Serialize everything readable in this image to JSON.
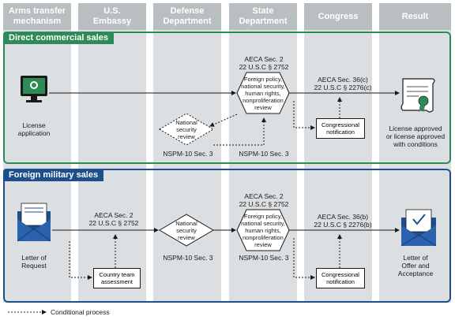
{
  "columns": [
    "Arms transfer\nmechanism",
    "U.S.\nEmbassy",
    "Defense\nDepartment",
    "State\nDepartment",
    "Congress",
    "Result"
  ],
  "colors": {
    "column_bg": "#dcdfe1",
    "column_head": "#b9bec1",
    "dcs_accent": "#2e8b57",
    "fms_accent": "#1f4e8c",
    "text": "#1a1a1a"
  },
  "dcs": {
    "title": "Direct commercial sales",
    "start_label": "License\napplication",
    "aeca_sec2": "AECA Sec. 2\n22 U.S.C § 2752",
    "state_review": "Foreign policy,\nnational security,\nhuman rights,\nnonproliferation\nreview",
    "aeca_36": "AECA Sec. 36(c)\n22 U.S.C § 2276(c)",
    "national_security": "National\nsecurity\nreview",
    "nspm_left": "NSPM-10 Sec. 3",
    "nspm_right": "NSPM-10 Sec. 3",
    "congress_box": "Congressional\nnotification",
    "result": "License approved\nor license approved\nwith conditions",
    "start_icon": "computer-icon",
    "result_icon": "certificate-icon"
  },
  "fms": {
    "title": "Foreign military sales",
    "start_label": "Letter of\nRequest",
    "aeca_sec2": "AECA Sec. 2\n22 U.S.C § 2752",
    "national_security": "National\nsecurity\nreview",
    "nspm_dod": "NSPM-10 Sec. 3",
    "state_aeca_sec2": "AECA Sec. 2\n22 U.S.C § 2752",
    "state_review": "Foreign policy,\nnational security,\nhuman rights,\nnonproliferation\nreview",
    "nspm_state": "NSPM-10 Sec. 3",
    "aeca_36": "AECA Sec. 36(b)\n22 U.S.C § 2276(b)",
    "country_team": "Country team\nassessment",
    "congress_box": "Congressional\nnotification",
    "result": "Letter of\nOffer and\nAcceptance",
    "start_icon": "envelope-icon",
    "result_icon": "open-envelope-icon"
  },
  "legend": {
    "conditional": "Conditional process"
  }
}
